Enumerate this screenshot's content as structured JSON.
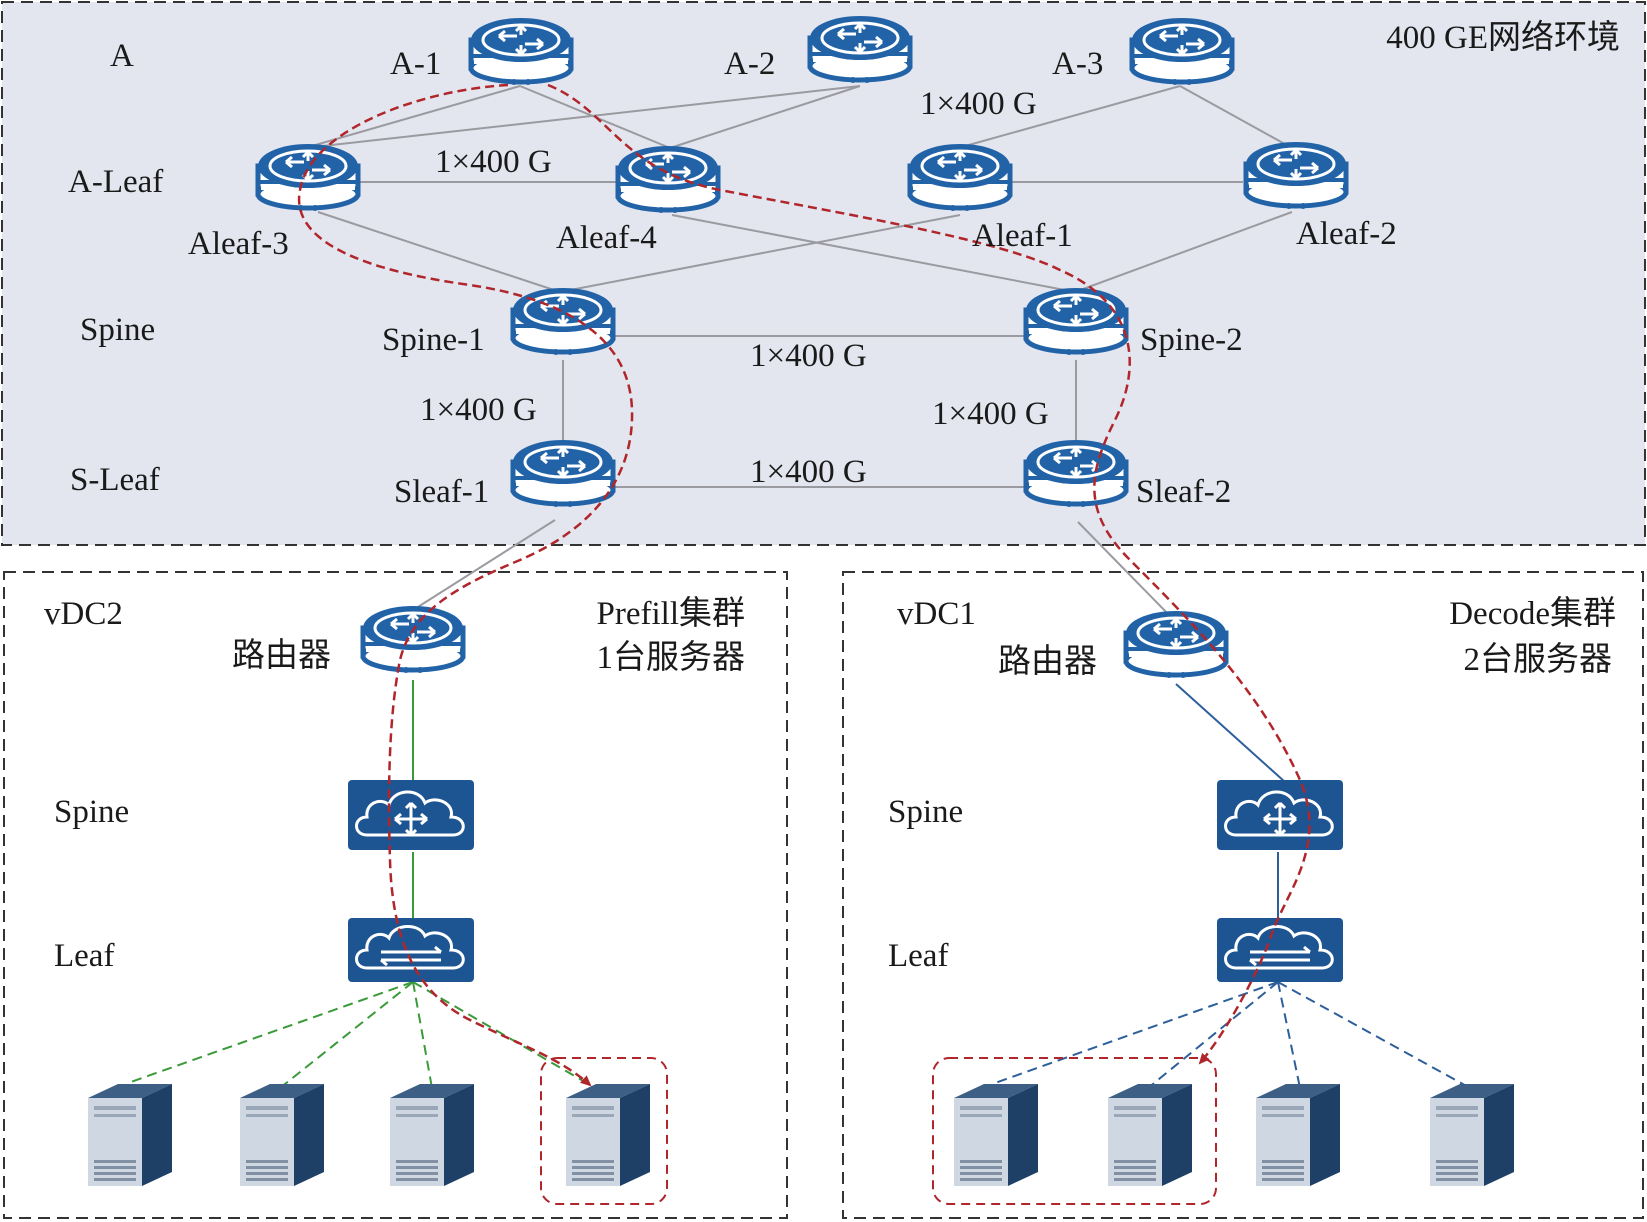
{
  "regions": {
    "top": {
      "title": "400 GE网络环境",
      "tag": "A"
    },
    "left": {
      "tag": "vDC2",
      "cluster_name": "Prefill集群",
      "cluster_servers": "1台服务器"
    },
    "right": {
      "tag": "vDC1",
      "cluster_name": "Decode集群",
      "cluster_servers": "2台服务器"
    }
  },
  "layer_labels": {
    "a_leaf": "A-Leaf",
    "spine": "Spine",
    "s_leaf": "S-Leaf",
    "vdc_spine": "Spine",
    "vdc_leaf": "Leaf"
  },
  "devices": {
    "a1": "A-1",
    "a2": "A-2",
    "a3": "A-3",
    "aleaf3": "Aleaf-3",
    "aleaf4": "Aleaf-4",
    "aleaf1": "Aleaf-1",
    "aleaf2": "Aleaf-2",
    "spine1": "Spine-1",
    "spine2": "Spine-2",
    "sleaf1": "Sleaf-1",
    "sleaf2": "Sleaf-2",
    "router": "路由器"
  },
  "links": {
    "a_tier": "1×400 G",
    "aleaf": "1×400 G",
    "spine_spine": "1×400 G",
    "spine1_sleaf1": "1×400 G",
    "spine2_sleaf2": "1×400 G",
    "sleaf_sleaf": "1×400 G"
  },
  "colors": {
    "top_region_bg": "#e3e6ef",
    "device_blue": "#2263a8",
    "device_dark": "#1d5592",
    "traffic_path": "#b0262b",
    "vdc2_links": "#3a9a3a",
    "vdc1_links": "#2d5f9a",
    "core_links": "#9a9aa0"
  },
  "icons": {
    "router": "router-icon",
    "cloud_spine": "cloud-switch-icon",
    "cloud_leaf": "cloud-switch-icon",
    "server": "server-icon"
  }
}
